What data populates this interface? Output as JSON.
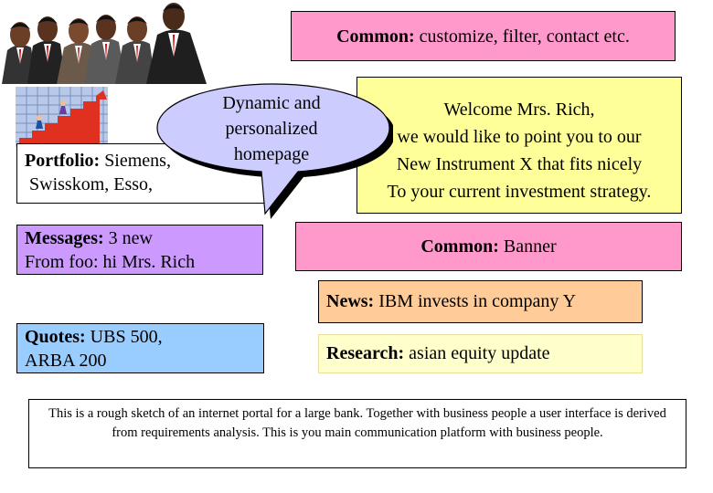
{
  "common_top": {
    "label": "Common:",
    "text": " customize, filter, contact etc."
  },
  "callout": {
    "lines": [
      "Dynamic and",
      "personalized",
      "homepage"
    ]
  },
  "welcome": {
    "lines": [
      "Welcome Mrs. Rich,",
      "we would like to point you to our",
      "New Instrument X that fits nicely",
      "To your current investment strategy."
    ]
  },
  "portfolio": {
    "label": "Portfolio:",
    "line1": " Siemens,",
    "line2": "Swisskom, Esso,"
  },
  "messages": {
    "label": "Messages:",
    "line1": " 3 new",
    "line2": "From foo: hi Mrs. Rich"
  },
  "common_banner": {
    "label": "Common:",
    "text": " Banner"
  },
  "news": {
    "label": "News:",
    "text": " IBM invests in company Y"
  },
  "quotes": {
    "label": "Quotes:",
    "line1": " UBS 500,",
    "line2": "ARBA 200"
  },
  "research": {
    "label": "Research:",
    "text": " asian equity update"
  },
  "caption": {
    "text": "This is a rough sketch of an internet portal for a large bank. Together with business people a user interface is derived from requirements analysis. This is you main communication platform with business people."
  },
  "colors": {
    "pink": "#ff99cc",
    "yellow": "#ffff99",
    "purple": "#cc99ff",
    "orange": "#ffcc99",
    "blue": "#99ccff",
    "pale_yellow": "#ffffcc",
    "callout": "#ccccff"
  }
}
